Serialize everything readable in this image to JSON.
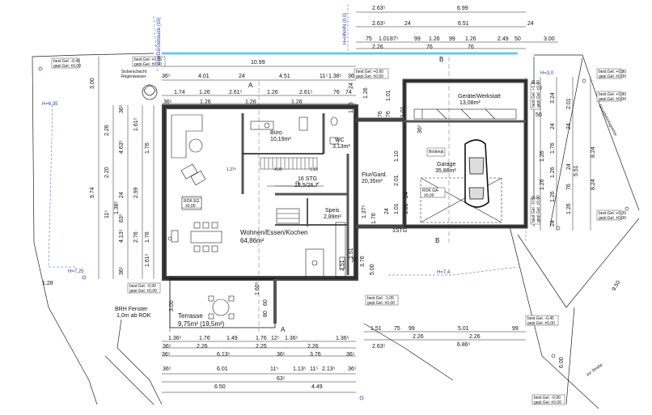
{
  "drawing": {
    "top_dims": [
      "2.63⁵",
      "6.99",
      "2.63⁵",
      "24",
      "6.51",
      "24",
      "75",
      "1.01",
      "87⁵",
      "99",
      "1.26",
      "99",
      "1.26",
      "2.49",
      "50",
      "3.00",
      "2.26",
      "76",
      "76",
      "10.99"
    ],
    "house_top_dims": [
      "36⁵",
      "4.01",
      "24",
      "4.51",
      "11⁵",
      "1.38⁵",
      "36⁵",
      "1.74",
      "1.26",
      "2.61⁵",
      "1.26",
      "2.61⁵",
      "76",
      "74",
      "36⁵",
      "1.26",
      "1.26",
      "1.26"
    ],
    "left_dims": [
      "3.00",
      "36⁵",
      "2.26",
      "4.63⁵",
      "1.61⁵",
      "1.76",
      "2.20",
      "9.74",
      "24",
      "11⁵",
      "1.38⁵",
      "63⁵",
      "2.99",
      "4.13⁵",
      "2.76",
      "1.76",
      "1.61⁵",
      "36⁵",
      "1.28",
      "3.00",
      "1.26",
      "24",
      "1.01",
      "76",
      "76",
      "1.26"
    ],
    "right_dims": [
      "50",
      "50",
      "3.24",
      "2.01",
      "24",
      "24",
      "1.76",
      "1.26",
      "1.26",
      "24",
      "76",
      "8.24",
      "5.51",
      "24",
      "1.26",
      "8.24",
      "9.50",
      "6.00"
    ],
    "bottom_dims": [
      "1.36⁵",
      "1.76",
      "1.49",
      "1.76",
      "12⁵",
      "1.36⁵",
      "1.36⁵",
      "36⁵",
      "2.26",
      "2.25",
      "2.26",
      "2.63⁵",
      "36⁵",
      "6.13⁵",
      "36⁵",
      "3.76",
      "36⁵",
      "36⁵",
      "6.01",
      "11⁵",
      "1.13⁵",
      "11⁵",
      "2.13⁵",
      "36⁵",
      "63⁵",
      "6.50",
      "4.49",
      "1.51",
      "75",
      "99",
      "5.01",
      "99",
      "2.26",
      "2.26",
      "6.86⁵"
    ],
    "interior_dims": [
      "1.27⁵",
      "4.00",
      "1.10",
      "76",
      "2.01",
      "1.10",
      "1.01",
      "24",
      "1.01",
      "24",
      "1.26",
      "1.26",
      "36⁵",
      "1.76",
      "1.51",
      "1.37⁵",
      "3.76",
      "2.51",
      "76",
      "5.00",
      "1.60⁵",
      "60",
      "80",
      "1.01"
    ],
    "rooms": {
      "buero": "Büro",
      "buero_area": "10,19m²",
      "wc": "WC",
      "wc_area": "3,13m²",
      "stairs": "16 STG",
      "stairs_size": "18,5/26,7",
      "flur": "Flur/Gard.",
      "flur_area": "20,35m²",
      "speis": "Speis",
      "speis_area": "2,89m²",
      "wohnen": "Wohnen/Essen/Kochen",
      "wohnen_area": "64,86m²",
      "terrasse": "Terrasse",
      "terrasse_area": "9,75m² (19,5m²)",
      "geraete": "Geräte/Werkstatt",
      "geraete_area": "13,08m²",
      "garage": "Garage",
      "garage_area": "35,86m²",
      "stg_small": "1STG"
    },
    "labels": {
      "section_a_top": "A",
      "section_a_bottom": "A",
      "section_b_top": "B",
      "section_b_bottom": "B",
      "sickerschacht": "Sickerschacht",
      "regenwasser": "Regenwasser",
      "brh_fenster": "BRH Fenster",
      "brh_fenster_2": "1,0m ab ROK",
      "h_left_top": "H=6,35",
      "h_left_bottom": "H=7,25",
      "h_mid": "H=7,4",
      "h_right": "H=3,0",
      "rok_garage": "ROK GA",
      "rok_garage_val": "±0,00",
      "rok_eg": "ROK EG",
      "rok_eg_val": "±0,00",
      "baum": "Bodenpl.",
      "gr_grenze": "Grundstücksgrenze",
      "str_grenze": "zur Straße",
      "top_left_vert": "Grenze/Gebäude (15)",
      "top_mid_vert": "H=HNHN (0.0)",
      "bestgel_1": "best.Gel. +0,05",
      "bestgel_1b": "gepl.Gel. ±0,00",
      "bestgel_2": "best.Gel. -0,90",
      "bestgel_2b": "gepl.Gel. ±0,00",
      "bestgel_3": "best.Gel. -1,05",
      "bestgel_3b": "gepl.Gel. ±0,00",
      "bestgel_4": "best.Gel. -0,45",
      "bestgel_4b": "gepl.Gel. ±0,00",
      "bestgel_5": "best.Gel. +0,60",
      "bestgel_5b": "gepl.Gel. ±0,00",
      "bestgel_6": "best.Gel. +0,80",
      "bestgel_6b": "gepl.Gel. ±0,00",
      "bestgel_7": "best.Gel. +0,90",
      "bestgel_7b": "gepl.Gel. ±0,00",
      "bestgel_8": "best.Gel. +0,20",
      "bestgel_8b": "gepl.Gel. ±0,00",
      "bestgel_9": "best.Gel. +1,25",
      "bestgel_9b": "gepl.Gel. ±0,00",
      "bestgel_10": "best.Gel. -0,50",
      "bestgel_10b": "gepl.Gel. ±0,00"
    }
  }
}
